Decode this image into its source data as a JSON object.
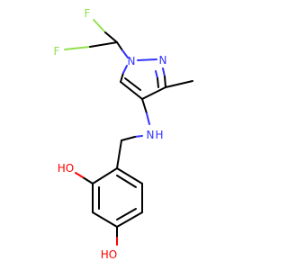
{
  "molecule": {
    "atoms": {
      "f_top": "F",
      "f_left": "F",
      "n_pyrazole_1": "N",
      "n_pyrazole_2": "N",
      "n_amine": "N",
      "n_amine_h": "H",
      "o_upper": "HO",
      "o_lower": "HO"
    },
    "colors": {
      "carbon": "#000000",
      "nitrogen": "#3333ff",
      "oxygen": "#ff0000",
      "fluorine": "#90e050"
    }
  }
}
